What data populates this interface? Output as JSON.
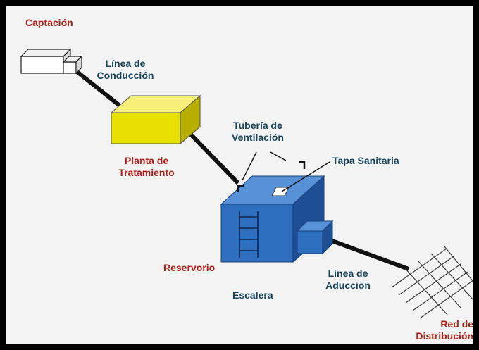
{
  "labels": {
    "captacion": "Captación",
    "linea_conduccion_1": "Línea de",
    "linea_conduccion_2": "Conducción",
    "planta_1": "Planta de",
    "planta_2": "Tratamiento",
    "tuberia_1": "Tubería de",
    "tuberia_2": "Ventilación",
    "tapa": "Tapa Sanitaria",
    "reservorio": "Reservorio",
    "escalera": "Escalera",
    "linea_aduccion_1": "Línea de",
    "linea_aduccion_2": "Aduccion",
    "red_1": "Red de",
    "red_2": "Distribución"
  },
  "colors": {
    "frame_background": "#f3f3f3",
    "border": "#000000",
    "red_label": "#b0211a",
    "teal_label": "#16435a",
    "reservoir_front": "#2f6fc0",
    "reservoir_top": "#5792d8",
    "reservoir_side": "#1e4f95",
    "plant_front": "#e8e000",
    "plant_top": "#f6f07a",
    "plant_side": "#b7ae00",
    "intake": "#ffffff"
  }
}
